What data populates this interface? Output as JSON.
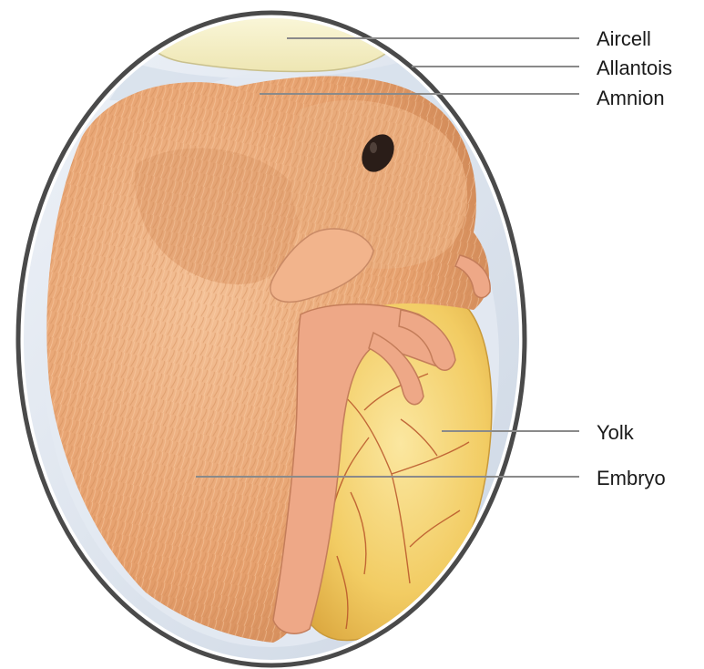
{
  "diagram": {
    "labels": {
      "aircell": "Aircell",
      "allantois": "Allantois",
      "amnion": "Amnion",
      "yolk": "Yolk",
      "embryo": "Embryo"
    },
    "colors": {
      "shell_outline": "#4a4a4a",
      "membrane": "#dfe6ef",
      "aircell_fill": "#f5f0c8",
      "yolk_fill": "#f2cc63",
      "yolk_veins": "#b8542a",
      "embryo_fill": "#e9a877",
      "embryo_shadow": "#c98251",
      "leader_line": "#8a8a8a"
    }
  }
}
